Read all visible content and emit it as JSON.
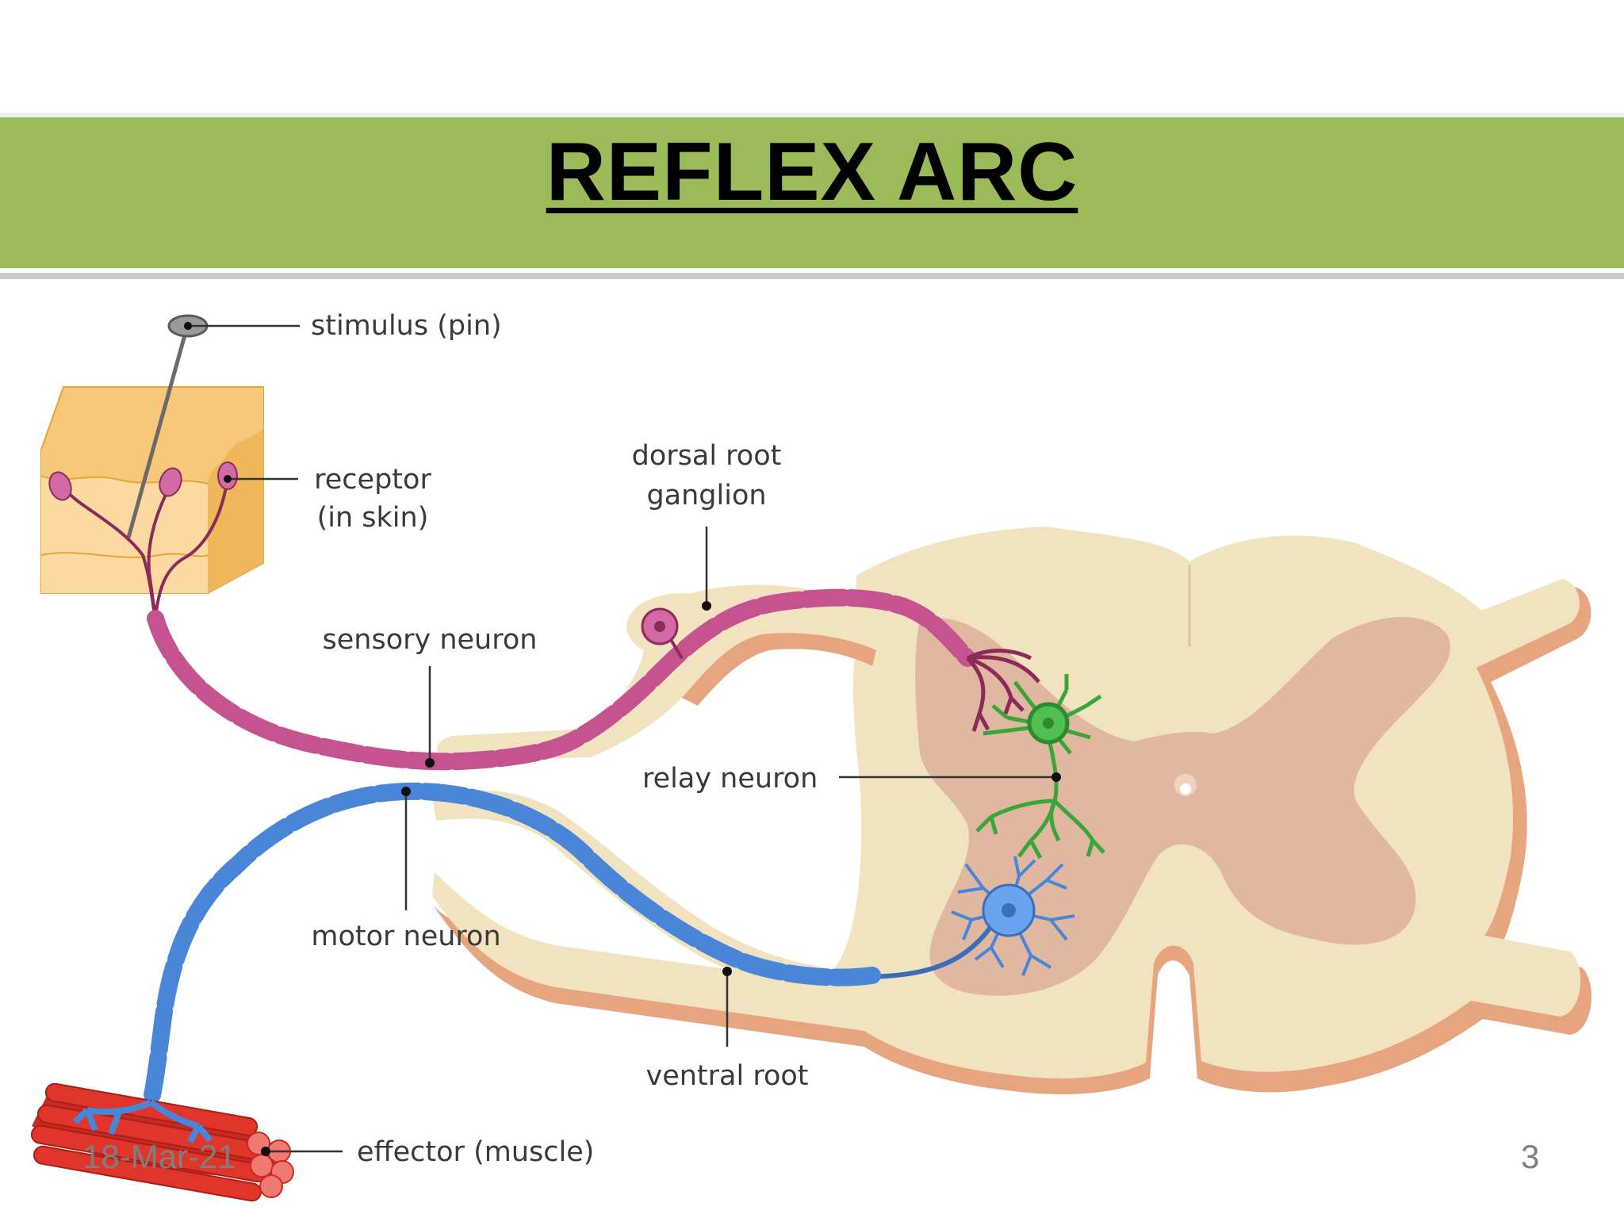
{
  "slide": {
    "title": "REFLEX ARC",
    "date": "18-Mar-21",
    "page_number": "3"
  },
  "labels": {
    "stimulus": "stimulus (pin)",
    "receptor_line1": "receptor",
    "receptor_line2": "(in skin)",
    "dorsal_line1": "dorsal root",
    "dorsal_line2": "ganglion",
    "sensory_neuron": "sensory neuron",
    "relay_neuron": "relay neuron",
    "motor_neuron": "motor neuron",
    "ventral_root": "ventral root",
    "effector": "effector (muscle)"
  },
  "colors": {
    "title_bar": "#9bbb59",
    "sensory": "#b03a78",
    "motor": "#4a86d8",
    "relay": "#3aa63a",
    "cord": "#f2e3c0",
    "grey_matter": "#e0b7a0",
    "muscle": "#e0352b",
    "skin": "#f7c879"
  }
}
